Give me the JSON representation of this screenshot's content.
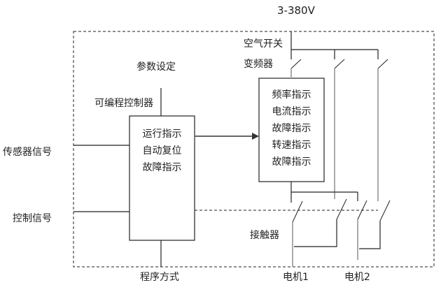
{
  "diagram": {
    "title": "变频器与可编程控制器控制系统示意图",
    "power_label": "3-380V",
    "air_switch_label": "空气开关",
    "inverter_label": "变频器",
    "param_label": "参数设定",
    "plc_label": "可编程控制器",
    "sensor_label": "传感器信号",
    "control_label": "控制信号",
    "program_label": "程序方式",
    "contactor_label": "接触器",
    "motor1_label": "电机1",
    "motor2_label": "电机2",
    "plc_box": {
      "items": [
        "运行指示",
        "自动复位",
        "故障指示"
      ]
    },
    "inverter_box": {
      "items": [
        "频率指示",
        "电流指示",
        "故障指示",
        "转速指示",
        "故障指示"
      ]
    },
    "colors": {
      "line": "#222222",
      "power_line": "#aaaaaa",
      "arrow": "#666666"
    }
  }
}
